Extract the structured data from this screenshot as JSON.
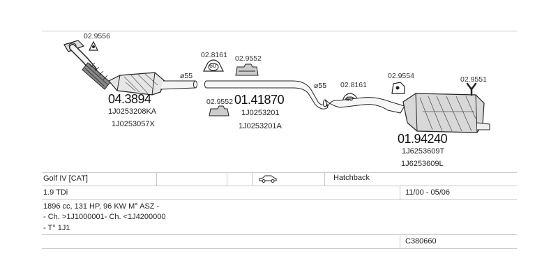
{
  "diagram": {
    "refs": [
      "02.9556",
      "02.8161",
      "02.9552",
      "02.9552",
      "02.8161",
      "02.9554",
      "02.9551"
    ],
    "parts": [
      {
        "number": "04.3894",
        "codes": [
          "1J0253208KA",
          "1J0253057X"
        ]
      },
      {
        "number": "01.41870",
        "codes": [
          "1J0253201",
          "1J0253201A"
        ]
      },
      {
        "number": "01.94240",
        "codes": [
          "1J6253609T",
          "1J6253609L"
        ]
      }
    ],
    "diameters": [
      "ø55",
      "ø55"
    ],
    "mount_marks": [
      "60",
      "60"
    ]
  },
  "table": {
    "model": "Golf IV  [CAT]",
    "body_icon": "car-icon",
    "body_type": "Hatchback",
    "engine": "1.9 TDi",
    "period": "11/00 - 05/06",
    "specs": "1896 cc, 131 HP, 96 KW M° ASZ -",
    "chassis": "- Ch. >1J1000001- Ch. <1J4200000",
    "type_code": "- T° 1J1",
    "catalog_code": "C380660"
  }
}
